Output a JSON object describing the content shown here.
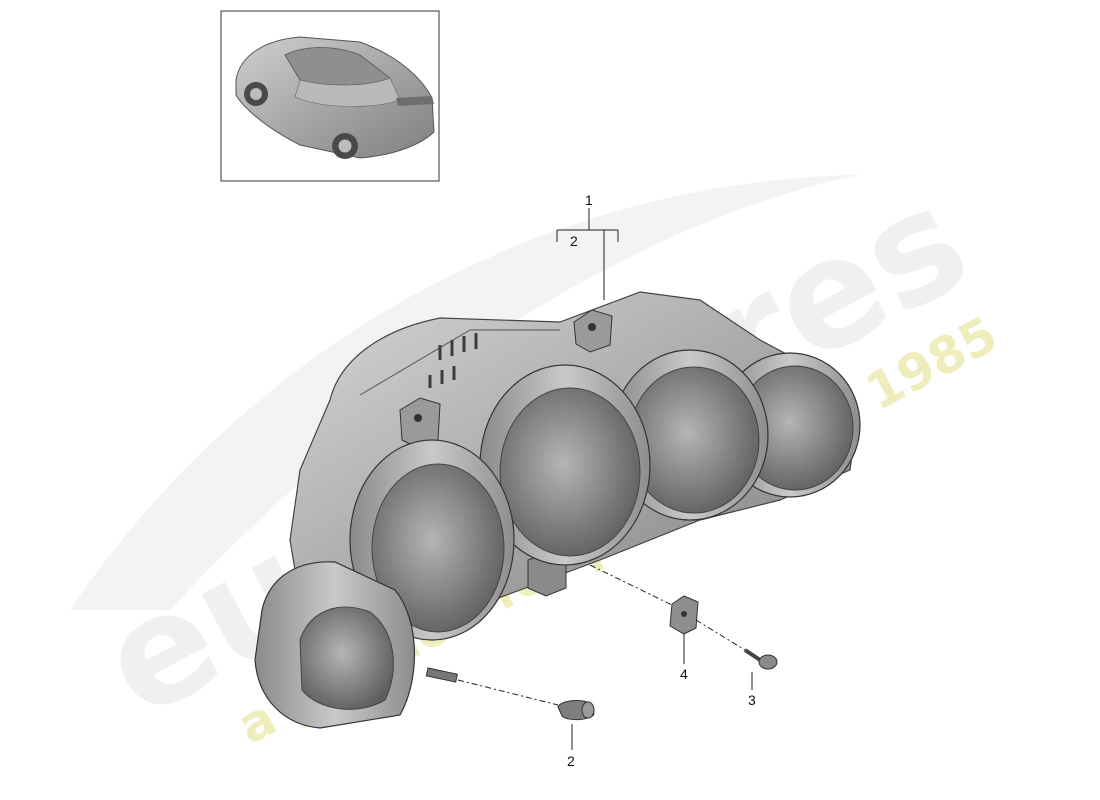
{
  "callouts": {
    "assembly": "1",
    "knob_sub": "2",
    "knob": "2",
    "screw": "3",
    "nut": "4"
  },
  "watermark": {
    "brand": "eurospares",
    "tagline": "a passion for parts since 1985"
  },
  "icons": {
    "thumbnail": "car-thumbnail-icon"
  }
}
